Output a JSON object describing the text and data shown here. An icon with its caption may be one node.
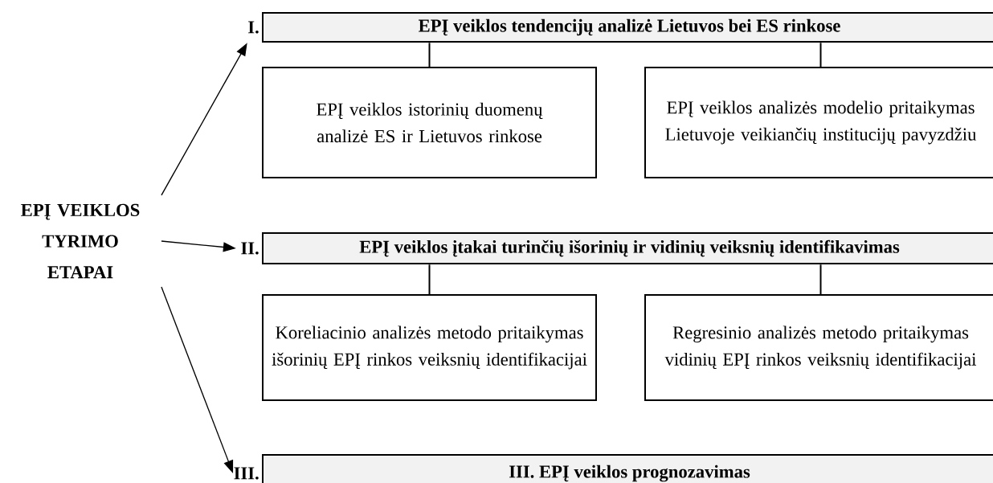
{
  "diagram": {
    "nodes": [
      {
        "text": [
          "EPĮ VEIKLOS TYRIMO ETAPAI"
        ]
      },
      {
        "text": [
          "I.",
          "EPĮ veiklos tendencijų analizė Lietuvos bei ES rinkose"
        ]
      },
      {
        "text": [
          "EPĮ veiklos istorinių duomenų analizė ES ir Lietuvos rinkose"
        ]
      },
      {
        "text": [
          "EPĮ veiklos analizės modelio pritaikymas Lietuvoje veikiančių institucijų pavyzdžiu"
        ]
      },
      {
        "text": [
          "II.",
          "EPĮ veiklos įtakai turinčių išorinių ir vidinių veiksnių identifikavimas"
        ]
      },
      {
        "text": [
          "Koreliacinio analizės metodo pritaikymas išorinių EPĮ rinkos veiksnių identifikacijai"
        ]
      },
      {
        "text": [
          "Regresinio analizės metodo pritaikymas vidinių EPĮ rinkos veiksnių identifikacijai"
        ]
      },
      {
        "text": [
          "III.",
          "III. EPĮ veiklos prognozavimas"
        ]
      }
    ],
    "edges": [
      {
        "from": 0,
        "to": 1,
        "arrow": "to"
      },
      {
        "from": 0,
        "to": 4,
        "arrow": "to"
      },
      {
        "from": 0,
        "to": 7,
        "arrow": "to"
      },
      {
        "from": 1,
        "to": 2,
        "arrow": "none"
      },
      {
        "from": 1,
        "to": 3,
        "arrow": "none"
      },
      {
        "from": 4,
        "to": 5,
        "arrow": "none"
      },
      {
        "from": 4,
        "to": 6,
        "arrow": "none"
      }
    ]
  }
}
